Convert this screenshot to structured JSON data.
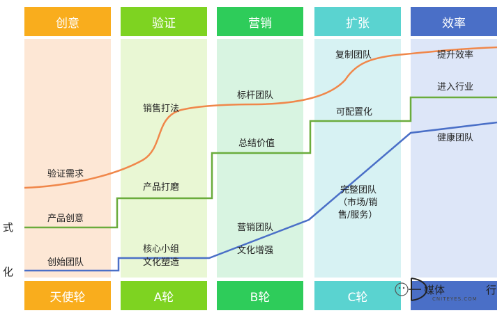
{
  "columns": [
    {
      "head": "创意",
      "foot": "天使轮",
      "head_color": "#f9ad1d",
      "body_color": "#fde7d5",
      "foot_color": "#f9ad1d"
    },
    {
      "head": "验证",
      "foot": "A轮",
      "head_color": "#7ed321",
      "body_color": "#e9f7d4",
      "foot_color": "#7ed321"
    },
    {
      "head": "营销",
      "foot": "B轮",
      "head_color": "#2ecc5a",
      "body_color": "#d8f4e1",
      "foot_color": "#2ecc5a"
    },
    {
      "head": "扩张",
      "foot": "C轮",
      "head_color": "#5ad3d0",
      "body_color": "#d7f2f3",
      "foot_color": "#5ad3d0"
    },
    {
      "head": "效率",
      "foot": "",
      "head_color": "#4a6fc7",
      "body_color": "#dde6f8",
      "foot_color": "#4a6fc7"
    }
  ],
  "labels": {
    "yanzheng_xuqiu": "验证需求",
    "xiaoshou_dafa": "销售打法",
    "biaogan_tuandui": "标杆团队",
    "fuzhi_tuandui": "复制团队",
    "tisheng_xiaolv": "提升效率",
    "chanpin_chuangyi": "产品创意",
    "chanpin_damo": "产品打磨",
    "zongjie_jiazhi": "总结价值",
    "ke_peizhihua": "可配置化",
    "jinru_hangye": "进入行业",
    "chuangshi_tuandui": "创始团队",
    "hexin_xiaozu": "核心小组",
    "wenhua_suzao": "文化塑造",
    "yingxiao_tuandui": "营销团队",
    "wenhua_zengqiang": "文化增强",
    "wanzheng_tuandui": "完整团队",
    "shichang_xiao": "（市场/销",
    "shou_fuwu": "售/服务）",
    "jiankang_tuandui": "健康团队"
  },
  "left_edge": {
    "c1": "式",
    "c2": "化"
  },
  "watermark": {
    "text": "媒体",
    "suffix": "行",
    "sub": "CNITEYES.COM"
  },
  "colors": {
    "orange_line": "#f0874a",
    "green_line": "#6aac3c",
    "blue_line": "#4a6fc7"
  }
}
